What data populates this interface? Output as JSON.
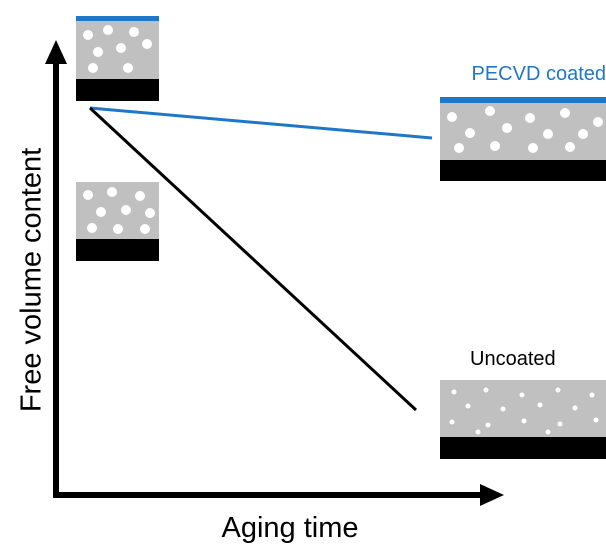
{
  "axes": {
    "y_label": "Free volume content",
    "x_label": "Aging time"
  },
  "labels": {
    "coated": "PECVD coated",
    "uncoated": "Uncoated"
  },
  "colors": {
    "coating": "#1f77c9",
    "film": "#c0c0c0",
    "substrate": "#000000",
    "voids": "#ffffff",
    "uncoated_line": "#000000"
  },
  "trends": [
    {
      "name": "PECVD coated",
      "free_volume_retained": "high"
    },
    {
      "name": "Uncoated",
      "free_volume_retained": "low"
    }
  ]
}
